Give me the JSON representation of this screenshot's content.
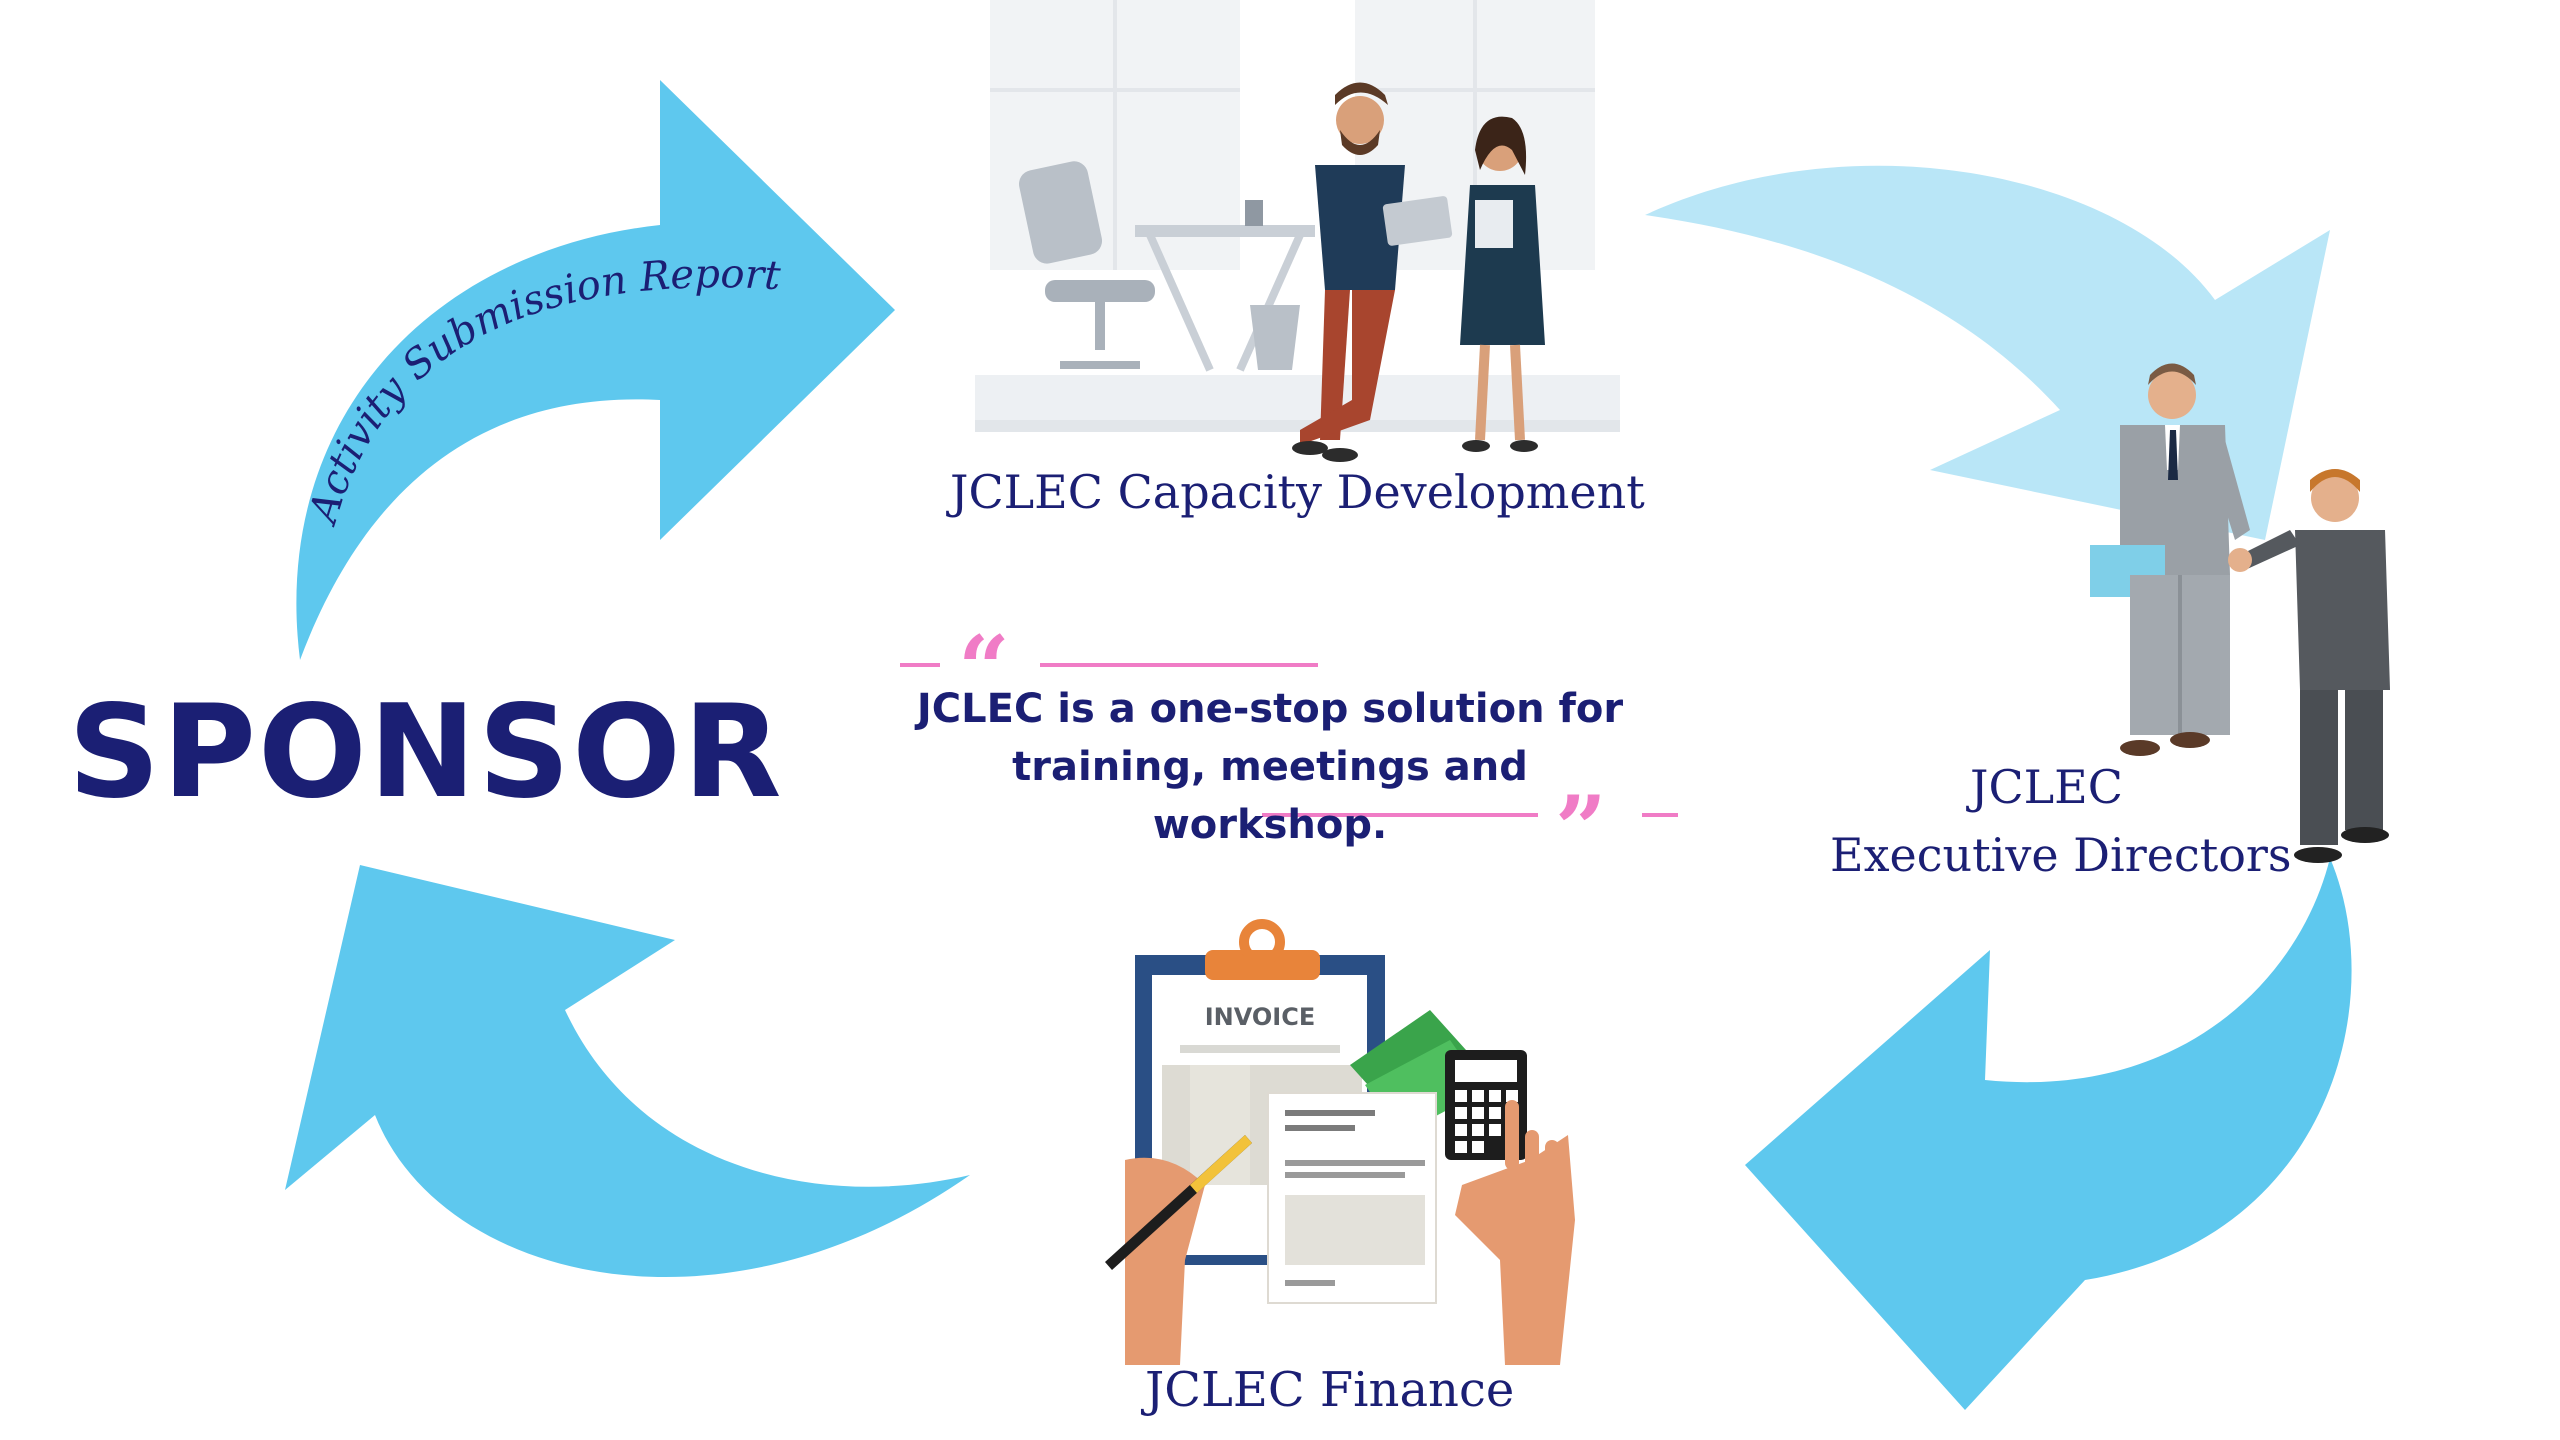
{
  "sponsor": {
    "label": "SPONSOR"
  },
  "arrow_label": "Activity Submission Report",
  "nodes": {
    "capacity_development": "JCLEC Capacity Development",
    "executive_directors_line1": "JCLEC",
    "executive_directors_line2": "Executive Directors",
    "finance": "JCLEC Finance"
  },
  "quote": {
    "line1": "JCLEC is a one-stop solution for",
    "line2": "training, meetings and workshop."
  },
  "invoice_label": "INVOICE",
  "colors": {
    "arrow_blue": "#5ec8ee",
    "arrow_light_blue": "#b9e6f7",
    "text_navy": "#1b1f74",
    "quote_pink": "#f07cc6"
  }
}
